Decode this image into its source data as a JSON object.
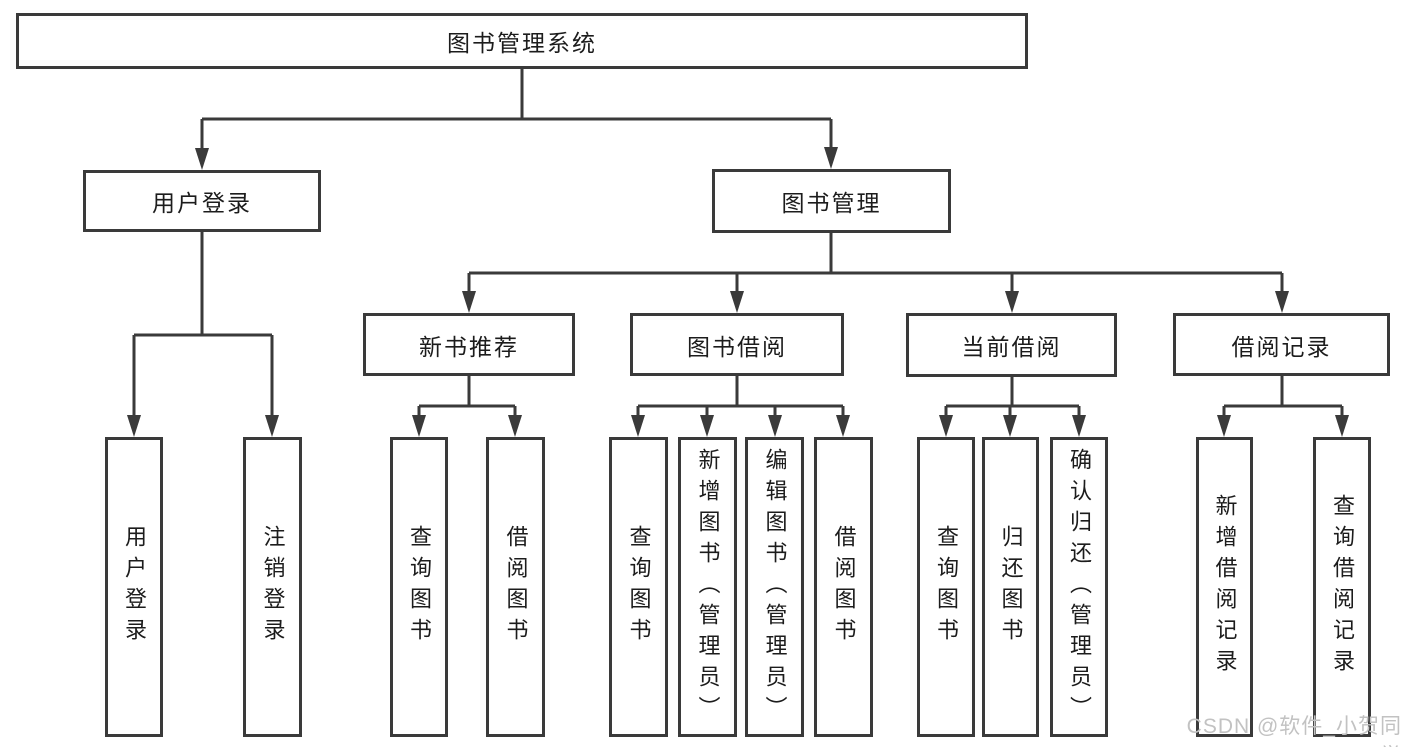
{
  "diagram": {
    "type": "hierarchy-tree",
    "colors": {
      "line": "#3a3a3a",
      "border": "#3a3a3a",
      "text": "#1c1c1c",
      "background": "#ffffff",
      "watermark": "#c2c2c2"
    }
  },
  "tree": {
    "label": "图书管理系统",
    "children": [
      {
        "label": "用户登录",
        "children": [
          {
            "label": "用户登录"
          },
          {
            "label": "注销登录"
          }
        ]
      },
      {
        "label": "图书管理",
        "children": [
          {
            "label": "新书推荐",
            "children": [
              {
                "label": "查询图书"
              },
              {
                "label": "借阅图书"
              }
            ]
          },
          {
            "label": "图书借阅",
            "children": [
              {
                "label": "查询图书"
              },
              {
                "label": "新增图书（管理员）"
              },
              {
                "label": "编辑图书（管理员）"
              },
              {
                "label": "借阅图书"
              }
            ]
          },
          {
            "label": "当前借阅",
            "children": [
              {
                "label": "查询图书"
              },
              {
                "label": "归还图书"
              },
              {
                "label": "确认归还（管理员）"
              }
            ]
          },
          {
            "label": "借阅记录",
            "children": [
              {
                "label": "新增借阅记录"
              },
              {
                "label": "查询借阅记录"
              }
            ]
          }
        ]
      }
    ]
  },
  "watermark": {
    "text": "CSDN @软件_小贺同学"
  }
}
